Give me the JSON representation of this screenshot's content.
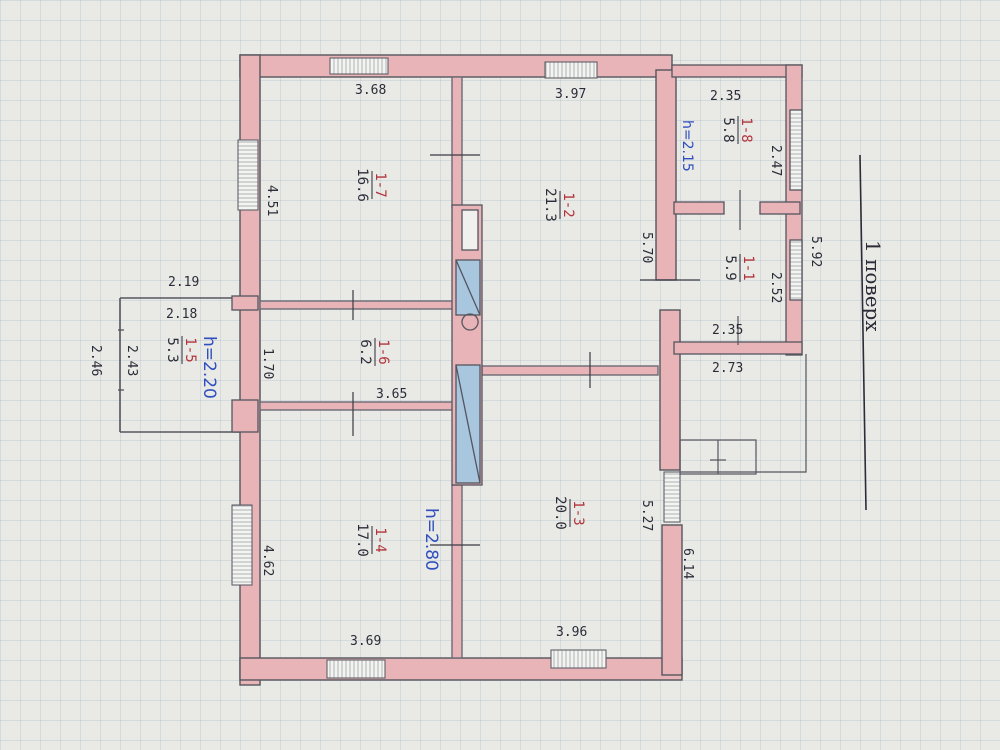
{
  "plan": {
    "floor_title": "1 поверх",
    "wall_fill": "#e8b4b8",
    "stove_fill": "#a9c6df",
    "rooms": [
      {
        "id": "1-1",
        "area": "5.9"
      },
      {
        "id": "1-2",
        "area": "21.3"
      },
      {
        "id": "1-3",
        "area": "20.0"
      },
      {
        "id": "1-4",
        "area": "17.0"
      },
      {
        "id": "1-5",
        "area": "5.3"
      },
      {
        "id": "1-6",
        "area": "6.2"
      },
      {
        "id": "1-7",
        "area": "16.6"
      },
      {
        "id": "1-8",
        "area": "5.8"
      }
    ],
    "heights": {
      "main": "h=2.80",
      "porch": "h=2.20",
      "annex": "h=2.15"
    },
    "dimensions": {
      "top_left": "3.68",
      "top_center": "3.97",
      "left_upper": "4.51",
      "left_lower": "4.62",
      "center_bedroom": "3.65",
      "bottom_left": "3.69",
      "bottom_center": "3.96",
      "right_upper": "5.70",
      "right_lower": "5.27",
      "right_overall": "6.14",
      "corridor": "1.70",
      "porch_outer_top": "2.19",
      "porch_inner_top": "2.18",
      "porch_inner_side": "2.43",
      "porch_outer_side": "2.46",
      "annex_top": "2.35",
      "annex_upper_side": "2.47",
      "annex_lower_side": "2.52",
      "annex_mid": "2.35",
      "annex_bottom": "2.73",
      "annex_overall": "5.92"
    }
  }
}
